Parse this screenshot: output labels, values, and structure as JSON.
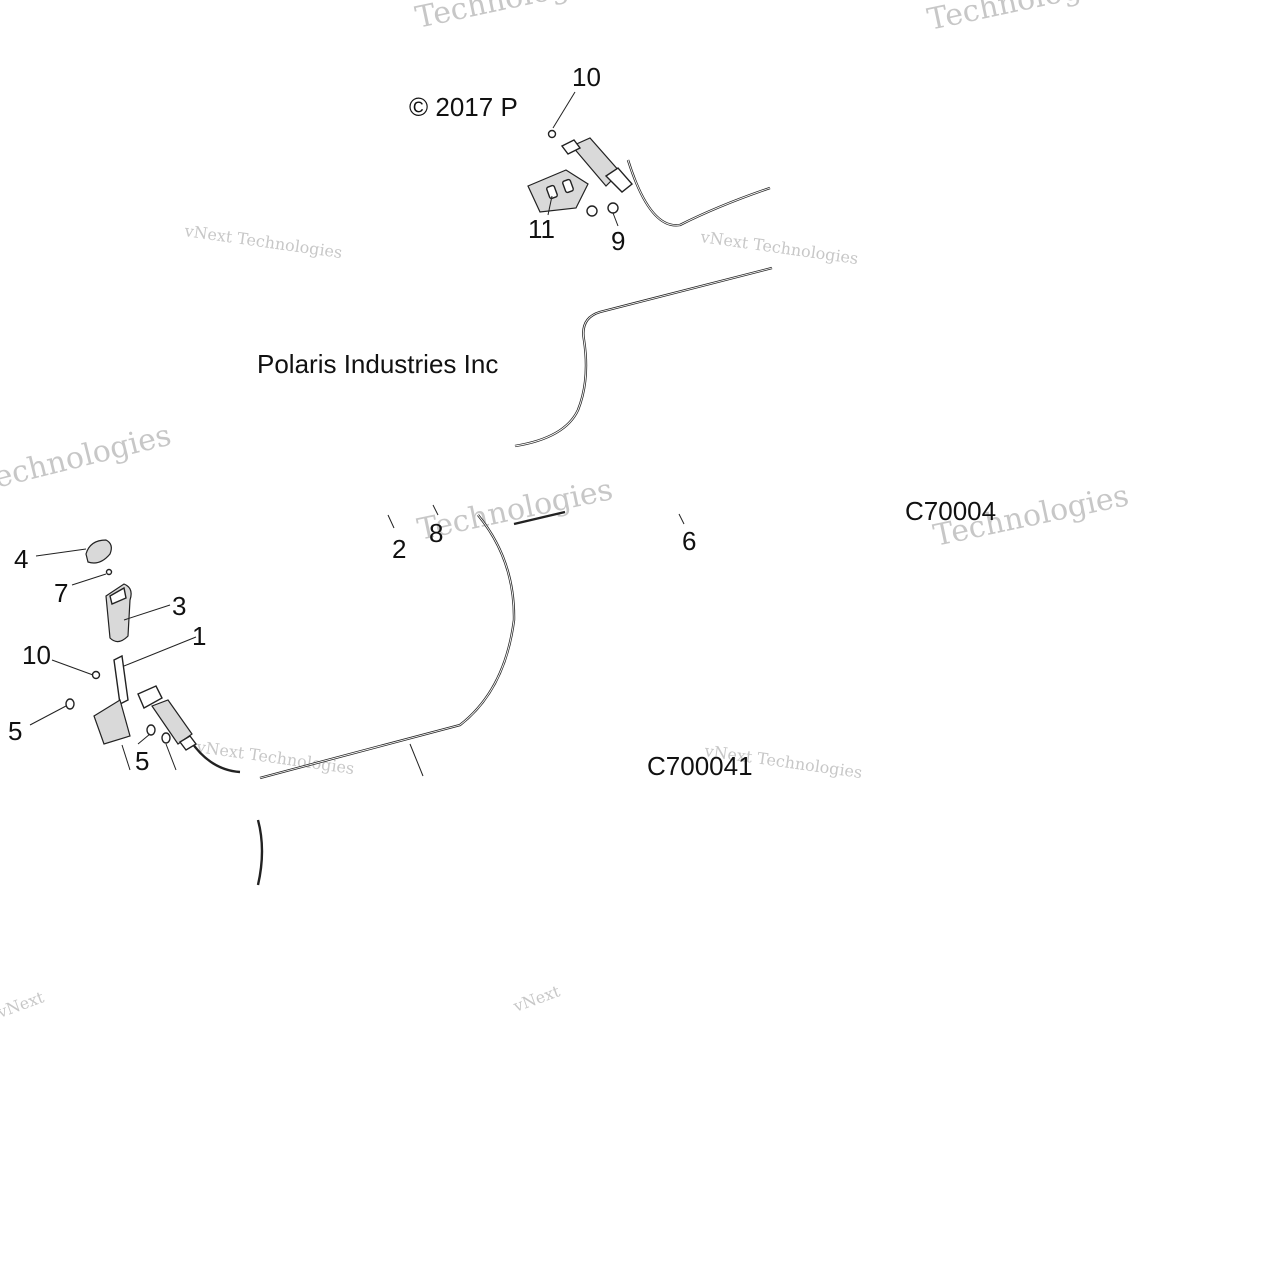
{
  "diagram": {
    "copyright": "© 2017 P",
    "company": "Polaris Industries Inc",
    "figure_code": "C700041",
    "figure_code_partial": "C70004",
    "watermarks": {
      "technologies": "Technologies",
      "vnext_technologies": "vNext Technologies",
      "vnext": "vNext"
    },
    "callouts": [
      {
        "id": "c1",
        "label": "1"
      },
      {
        "id": "c2",
        "label": "2"
      },
      {
        "id": "c3",
        "label": "3"
      },
      {
        "id": "c4",
        "label": "4"
      },
      {
        "id": "c5a",
        "label": "5"
      },
      {
        "id": "c5b",
        "label": "5"
      },
      {
        "id": "c6",
        "label": "6"
      },
      {
        "id": "c7",
        "label": "7"
      },
      {
        "id": "c8",
        "label": "8"
      },
      {
        "id": "c9",
        "label": "9"
      },
      {
        "id": "c10a",
        "label": "10"
      },
      {
        "id": "c10b",
        "label": "10"
      },
      {
        "id": "c11",
        "label": "11"
      }
    ]
  }
}
